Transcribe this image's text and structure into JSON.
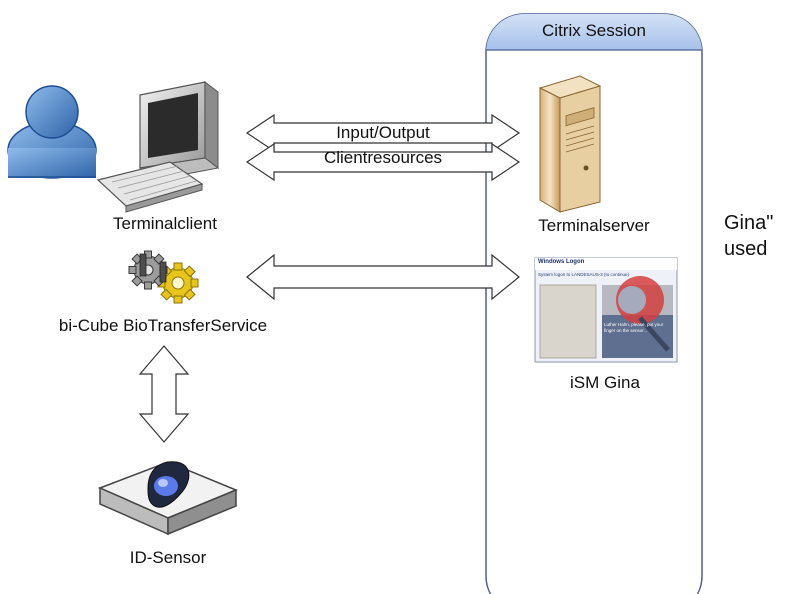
{
  "session": {
    "title": "Citrix Session"
  },
  "nodes": {
    "terminalclient": "Terminalclient",
    "service": "bi-Cube BioTransferService",
    "sensor": "ID-Sensor",
    "terminalserver": "Terminalserver",
    "gina": "iSM Gina"
  },
  "arrows": {
    "io": "Input/Output",
    "resources": "Clientresources"
  },
  "gina_window": {
    "title": "Windows Logon",
    "subtitle": "System logon to LANDESAUS-3 (to continue)",
    "hint": "Luther Hahn, please, put your finger on the sensor..."
  },
  "side_note": {
    "line1": "Gina\"",
    "line2": "used"
  },
  "colors": {
    "session_header": "#b7cef0",
    "session_border": "#4a5f8e",
    "person": "#3d7dc9"
  }
}
